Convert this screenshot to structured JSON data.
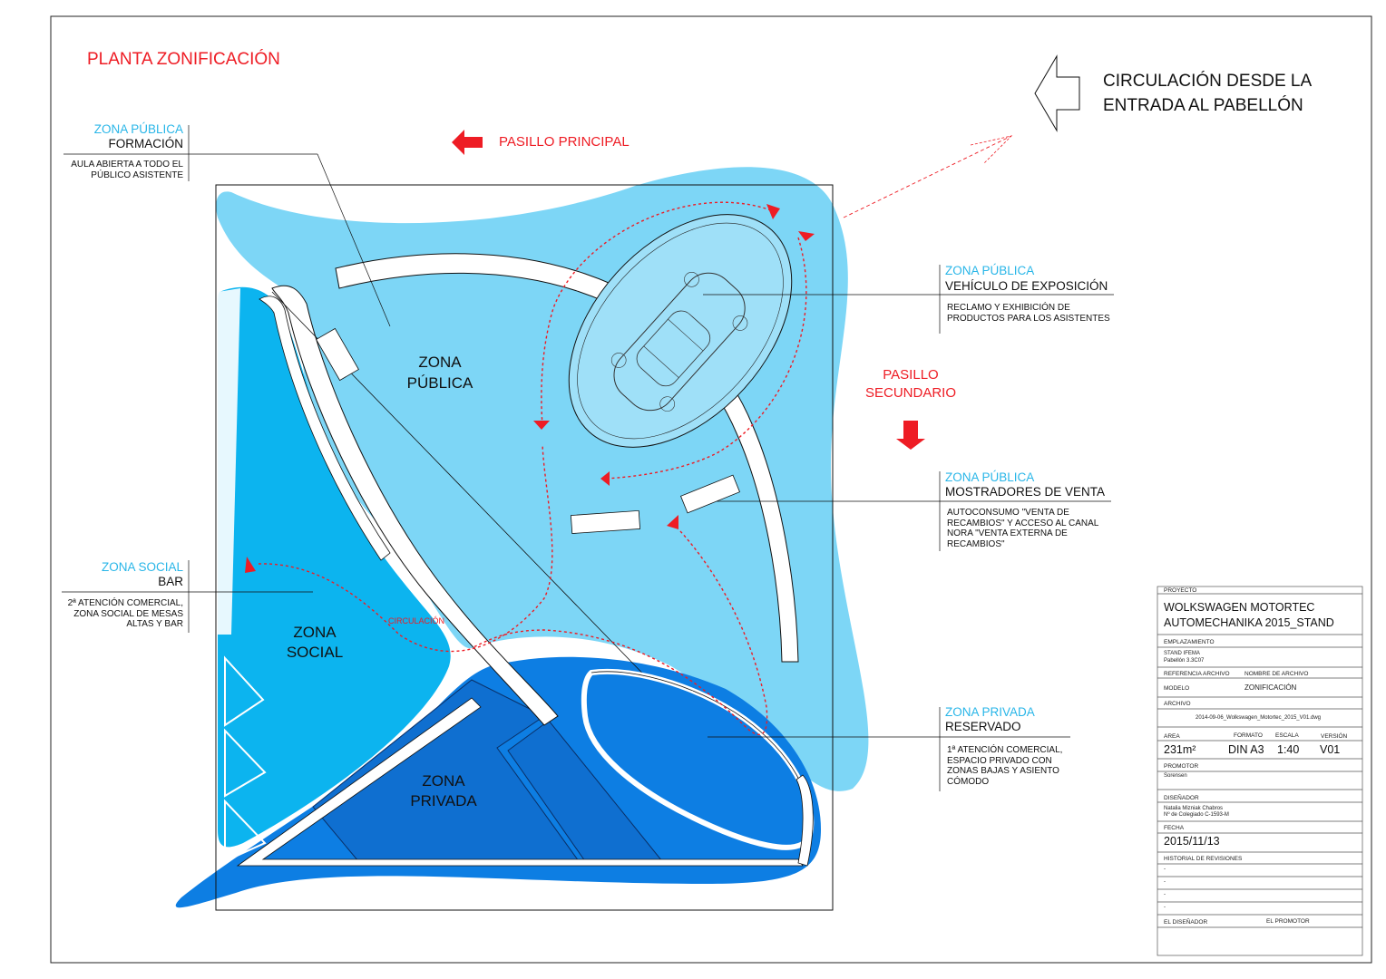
{
  "drawing": {
    "title": "PLANTA ZONIFICACIÓN",
    "circulation_note": "CIRCULACIÓN DESDE LA ENTRADA AL PABELLÓN",
    "pasillo_principal": "PASILLO PRINCIPAL",
    "pasillo_secundario": "PASILLO SECUNDARIO",
    "circulacion_label": "CIRCULACIÓN"
  },
  "plan_labels": {
    "zona_publica": "ZONA PÚBLICA",
    "zona_social": "ZONA SOCIAL",
    "zona_privada": "ZONA PRIVADA"
  },
  "annotations": [
    {
      "zone": "ZONA PÚBLICA",
      "name": "FORMACIÓN",
      "desc": "AULA ABIERTA A TODO EL PÚBLICO ASISTENTE"
    },
    {
      "zone": "ZONA PÚBLICA",
      "name": "VEHÍCULO DE EXPOSICIÓN",
      "desc": "RECLAMO Y EXHIBICIÓN DE PRODUCTOS PARA LOS ASISTENTES"
    },
    {
      "zone": "ZONA PÚBLICA",
      "name": "MOSTRADORES DE VENTA",
      "desc": "AUTOCONSUMO \"VENTA DE RECAMBIOS\" Y ACCESO AL CANAL NORA \"VENTA EXTERNA DE RECAMBIOS\""
    },
    {
      "zone": "ZONA SOCIAL",
      "name": "BAR",
      "desc": "2ª ATENCIÓN COMERCIAL, ZONA SOCIAL DE MESAS ALTAS Y BAR"
    },
    {
      "zone": "ZONA PRIVADA",
      "name": "RESERVADO",
      "desc": "1ª ATENCIÓN COMERCIAL, ESPACIO PRIVADO CON ZONAS BAJAS Y ASIENTO CÓMODO"
    }
  ],
  "title_block": {
    "proyecto_label": "PROYECTO",
    "proyecto": "WOLKSWAGEN MOTORTEC AUTOMECHANIKA 2015_STAND",
    "emplazamiento_label": "EMPLAZAMIENTO",
    "emplazamiento_1": "STAND IFEMA",
    "emplazamiento_2": "Pabellón 3.3C07",
    "referencia_label": "REFERENCIA ARCHIVO",
    "nombre_label": "NOMBRE DE ARCHIVO",
    "modelo_label": "MODELO",
    "nombre": "ZONIFICACIÓN",
    "archivo_label": "ARCHIVO",
    "archivo": "2014-09-06_Wolkswagen_Motortec_2015_V01.dwg",
    "area_label": "AREA",
    "formato_label": "FORMATO",
    "escala_label": "ESCALA",
    "version_label": "VERSIÓN",
    "area": "231m²",
    "formato": "DIN A3",
    "escala": "1:40",
    "version": "V01",
    "promotor_label": "PROMOTOR",
    "promotor": "Sorensen",
    "disenador_label": "DISEÑADOR",
    "disenador_1": "Natalia Mizniak Chabros",
    "disenador_2": "Nº de Colegiado C-1593-M",
    "fecha_label": "FECHA",
    "fecha": "2015/11/13",
    "historial_label": "HISTORIAL DE REVISIONES",
    "historial": [
      "-",
      "-",
      "-",
      "-"
    ],
    "firma_disenador": "EL DISEÑADOR",
    "firma_promotor": "EL PROMOTOR"
  },
  "colors": {
    "publica": "#7dd6f6",
    "social": "#0cb4ef",
    "privada": "#0d7ee3",
    "accent_red": "#ee1c24",
    "accent_cyan": "#29b6e8"
  }
}
